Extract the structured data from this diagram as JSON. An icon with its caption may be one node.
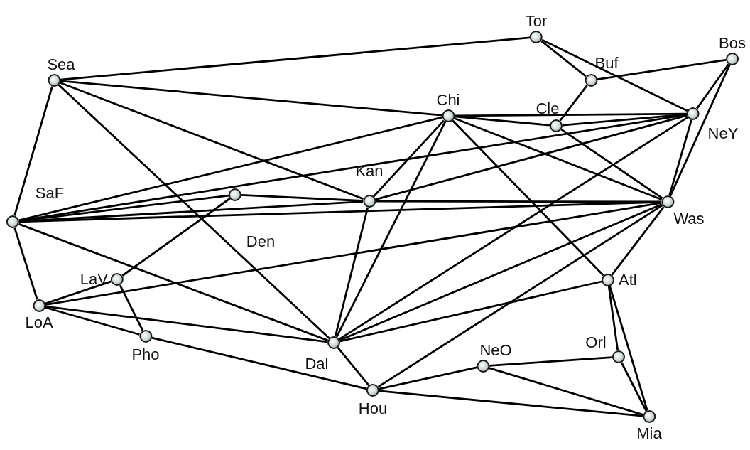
{
  "diagram": {
    "nodes": [
      {
        "text": [
          "Tor"
        ]
      },
      {
        "text": [
          "Bos"
        ]
      },
      {
        "text": [
          "Buf"
        ]
      },
      {
        "text": [
          "Sea"
        ]
      },
      {
        "text": [
          "Chi"
        ]
      },
      {
        "text": [
          "Cle"
        ]
      },
      {
        "text": [
          "NeY"
        ]
      },
      {
        "text": [
          "Kan"
        ]
      },
      {
        "text": [
          "Den"
        ]
      },
      {
        "text": [
          "SaF"
        ]
      },
      {
        "text": [
          "Was"
        ]
      },
      {
        "text": [
          "LaV"
        ]
      },
      {
        "text": [
          "Atl"
        ]
      },
      {
        "text": [
          "LoA"
        ]
      },
      {
        "text": [
          "Pho"
        ]
      },
      {
        "text": [
          "Dal"
        ]
      },
      {
        "text": [
          "NeO"
        ]
      },
      {
        "text": [
          "Orl"
        ]
      },
      {
        "text": [
          "Hou"
        ]
      },
      {
        "text": [
          "Mia"
        ]
      }
    ],
    "edges": [
      {
        "from": 3,
        "to": 0,
        "arrow": "none"
      },
      {
        "from": 3,
        "to": 4,
        "arrow": "none"
      },
      {
        "from": 3,
        "to": 7,
        "arrow": "none"
      },
      {
        "from": 3,
        "to": 15,
        "arrow": "none"
      },
      {
        "from": 3,
        "to": 9,
        "arrow": "none"
      },
      {
        "from": 0,
        "to": 2,
        "arrow": "none"
      },
      {
        "from": 0,
        "to": 6,
        "arrow": "none"
      },
      {
        "from": 2,
        "to": 1,
        "arrow": "none"
      },
      {
        "from": 2,
        "to": 5,
        "arrow": "none"
      },
      {
        "from": 1,
        "to": 6,
        "arrow": "none"
      },
      {
        "from": 1,
        "to": 10,
        "arrow": "none"
      },
      {
        "from": 6,
        "to": 10,
        "arrow": "none"
      },
      {
        "from": 4,
        "to": 6,
        "arrow": "none"
      },
      {
        "from": 4,
        "to": 5,
        "arrow": "none"
      },
      {
        "from": 4,
        "to": 10,
        "arrow": "none"
      },
      {
        "from": 4,
        "to": 7,
        "arrow": "none"
      },
      {
        "from": 4,
        "to": 15,
        "arrow": "none"
      },
      {
        "from": 4,
        "to": 12,
        "arrow": "none"
      },
      {
        "from": 9,
        "to": 4,
        "arrow": "none"
      },
      {
        "from": 5,
        "to": 6,
        "arrow": "none"
      },
      {
        "from": 5,
        "to": 10,
        "arrow": "none"
      },
      {
        "from": 9,
        "to": 6,
        "arrow": "none"
      },
      {
        "from": 9,
        "to": 8,
        "arrow": "none"
      },
      {
        "from": 9,
        "to": 7,
        "arrow": "none"
      },
      {
        "from": 9,
        "to": 10,
        "arrow": "none"
      },
      {
        "from": 9,
        "to": 15,
        "arrow": "none"
      },
      {
        "from": 9,
        "to": 13,
        "arrow": "none"
      },
      {
        "from": 8,
        "to": 7,
        "arrow": "none"
      },
      {
        "from": 11,
        "to": 8,
        "arrow": "none"
      },
      {
        "from": 7,
        "to": 6,
        "arrow": "none"
      },
      {
        "from": 7,
        "to": 10,
        "arrow": "none"
      },
      {
        "from": 7,
        "to": 15,
        "arrow": "none"
      },
      {
        "from": 13,
        "to": 10,
        "arrow": "none"
      },
      {
        "from": 15,
        "to": 10,
        "arrow": "none"
      },
      {
        "from": 18,
        "to": 10,
        "arrow": "none"
      },
      {
        "from": 12,
        "to": 10,
        "arrow": "none"
      },
      {
        "from": 15,
        "to": 6,
        "arrow": "none"
      },
      {
        "from": 13,
        "to": 15,
        "arrow": "none"
      },
      {
        "from": 15,
        "to": 12,
        "arrow": "none"
      },
      {
        "from": 15,
        "to": 18,
        "arrow": "none"
      },
      {
        "from": 18,
        "to": 16,
        "arrow": "none"
      },
      {
        "from": 18,
        "to": 19,
        "arrow": "none"
      },
      {
        "from": 14,
        "to": 18,
        "arrow": "none"
      },
      {
        "from": 16,
        "to": 17,
        "arrow": "none"
      },
      {
        "from": 16,
        "to": 19,
        "arrow": "none"
      },
      {
        "from": 12,
        "to": 17,
        "arrow": "none"
      },
      {
        "from": 12,
        "to": 19,
        "arrow": "none"
      },
      {
        "from": 17,
        "to": 19,
        "arrow": "none"
      },
      {
        "from": 13,
        "to": 11,
        "arrow": "none"
      },
      {
        "from": 13,
        "to": 14,
        "arrow": "none"
      },
      {
        "from": 11,
        "to": 14,
        "arrow": "none"
      }
    ]
  }
}
